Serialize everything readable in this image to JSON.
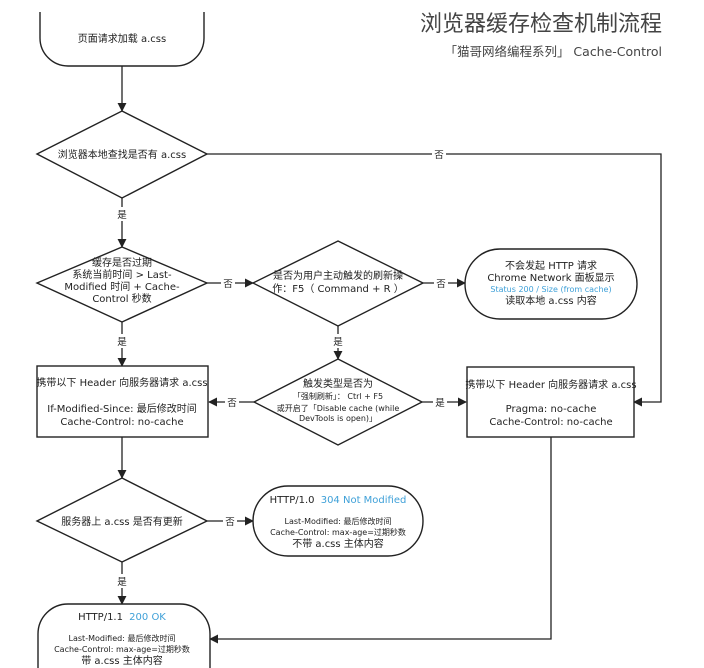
{
  "header": {
    "title": "浏览器缓存检查机制流程",
    "subtitle": "「猫哥网络编程系列」 Cache-Control"
  },
  "nodes": {
    "start": {
      "text": "页面请求加载 a.css"
    },
    "d_local": {
      "text": "浏览器本地查找是否有 a.css"
    },
    "d_expired": {
      "lines": [
        "缓存是否过期",
        "系统当前时间 > Last-",
        "Modified 时间 +  Cache-",
        "Control 秒数"
      ]
    },
    "d_refresh": {
      "lines": [
        "是否为用户主动触发的刷新操",
        "作：F5（  Command + R  ）"
      ]
    },
    "cache_hit": {
      "line1": "不会发起 HTTP 请求",
      "line2": "Chrome Network 面板显示",
      "line3_blue": "Status 200 / Size (from cache)",
      "line4": "读取本地 a.css 内容"
    },
    "req_conditional": {
      "title": "携带以下 Header 向服务器请求 a.css",
      "line1": "If-Modified-Since: 最后修改时间",
      "line2": "Cache-Control: no-cache"
    },
    "d_hard": {
      "line1": "触发类型是否为",
      "line2": "「强制刷新」：  Ctrl + F5",
      "line3": "或开启了「Disable cache (while",
      "line4": "DevTools is open)」"
    },
    "req_nocache": {
      "title": "携带以下 Header 向服务器请求 a.css",
      "line1": "Pragma: no-cache",
      "line2": "Cache-Control: no-cache"
    },
    "d_updated": {
      "text": "服务器上 a.css 是否有更新"
    },
    "resp_304": {
      "status_prefix": "HTTP/1.0",
      "status_blue": "304 Not Modified",
      "line1": "Last-Modified: 最后修改时间",
      "line2": "Cache-Control: max-age=过期秒数",
      "line3": "不带 a.css 主体内容"
    },
    "resp_200": {
      "status_prefix": "HTTP/1.1",
      "status_blue": "200 OK",
      "line1": "Last-Modified: 最后修改时间",
      "line2": "Cache-Control: max-age=过期秒数",
      "line3": "带 a.css 主体内容"
    }
  },
  "edges": {
    "yes": "是",
    "no": "否"
  }
}
